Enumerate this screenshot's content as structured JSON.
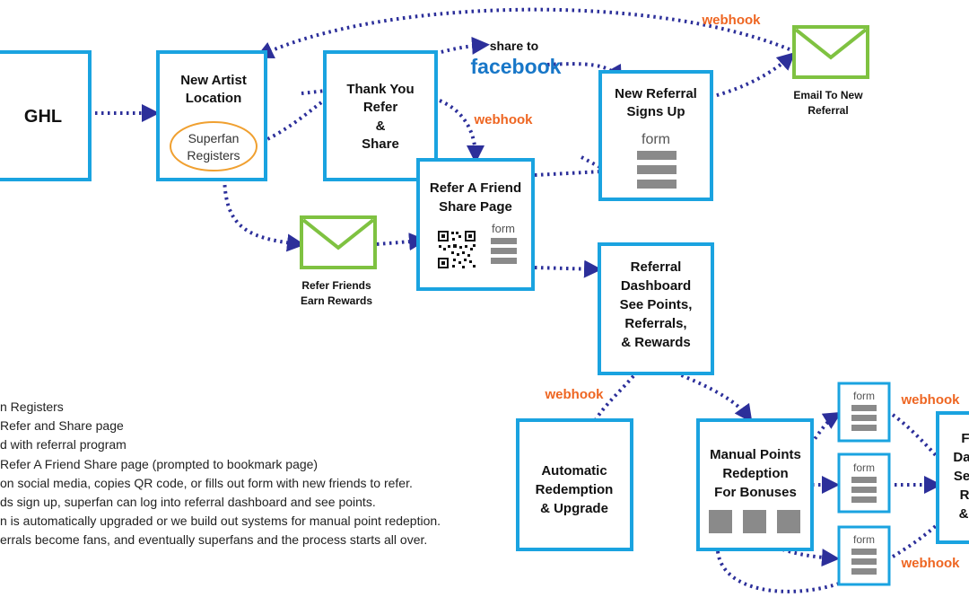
{
  "colors": {
    "box": "#1aa3e0",
    "envelope": "#7fc241",
    "connector": "#2c2f9a",
    "webhook": "#ee6622",
    "form_bar": "#8a8a8a",
    "facebook": "#1877c8",
    "oval": "#f0a030"
  },
  "nodes": {
    "ghl": "GHL",
    "new_artist_location": [
      "New Artist",
      "Location"
    ],
    "superfan_registers": [
      "Superfan",
      "Registers"
    ],
    "thank_you": [
      "Thank You",
      "Refer",
      "&",
      "Share"
    ],
    "refer_a_friend": [
      "Refer A Friend",
      "Share Page"
    ],
    "new_referral": [
      "New Referral",
      "Signs Up"
    ],
    "email_to_new_referral": [
      "Email To New",
      "Referral"
    ],
    "refer_friends_earn": [
      "Refer Friends",
      "Earn Rewards"
    ],
    "referral_dashboard": [
      "Referral",
      "Dashboard",
      "See Points,",
      "Referrals,",
      "& Rewards"
    ],
    "automatic_redemption": [
      "Automatic",
      "Redemption",
      "& Upgrade"
    ],
    "manual_points": [
      "Manual Points",
      "Redeption",
      "For Bonuses"
    ],
    "cut_box": [
      "F",
      "Da",
      "Se",
      "R",
      "& "
    ]
  },
  "labels": {
    "share_to": "share to",
    "facebook": "facebook",
    "form": "form",
    "webhook": "webhook"
  },
  "icons": {
    "envelope": "envelope-icon",
    "qr": "qr-code-icon",
    "form": "form-icon"
  },
  "notes": [
    "n Registers",
    "Refer and Share page",
    "d with referral program",
    " Refer A Friend Share page (prompted to bookmark page)",
    "on social media, copies QR code, or fills out form with new friends to refer.",
    "ds sign up, superfan can log into referral dashboard and see points.",
    "n is automatically upgraded or we build out systems for manual point redeption.",
    "errals become fans, and eventually superfans and the process starts all over."
  ]
}
